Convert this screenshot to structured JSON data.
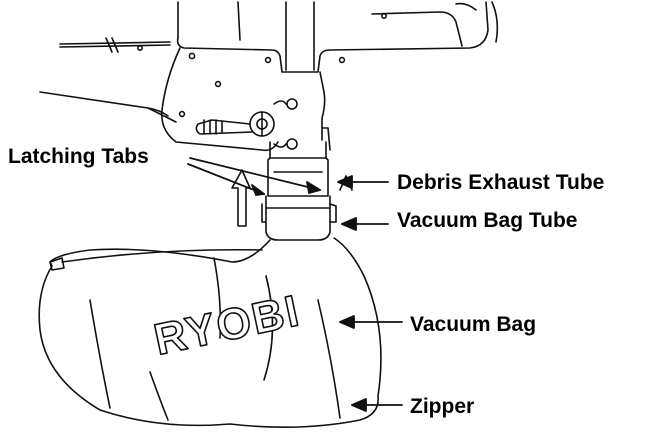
{
  "labels": {
    "latching_tabs": "Latching Tabs",
    "debris_exhaust_tube": "Debris Exhaust Tube",
    "vacuum_bag_tube": "Vacuum Bag Tube",
    "vacuum_bag": "Vacuum Bag",
    "zipper": "Zipper"
  },
  "bag_brand": "RYOBI",
  "colors": {
    "ink": "#000000",
    "background": "#ffffff"
  }
}
